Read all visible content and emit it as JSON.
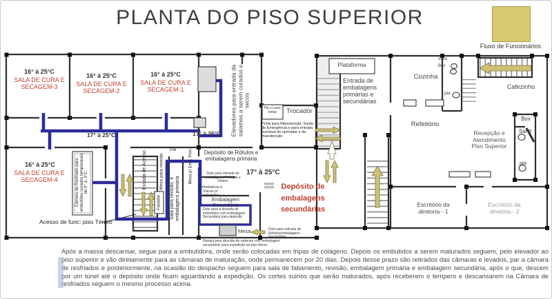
{
  "title": "PLANTA DO PISO SUPERIOR",
  "legend": {
    "label": "Fluxo de Funcionários",
    "swatch_color": "#d8c970"
  },
  "colors": {
    "flow_line": "#2b2b9b",
    "room_label_red": "#c0402f",
    "arrow_khaki": "#cdc174"
  },
  "rooms": {
    "sala_cura_3": {
      "temp": "16° à 25°C",
      "name": "SALA DE CURA E SECAGEM-3"
    },
    "sala_cura_2": {
      "temp": "16° à 25°C",
      "name": "SALA DE CURA E SECAGEM-2"
    },
    "sala_cura_1": {
      "temp": "16° à 25°C",
      "name": "SALA DE CURA E SECAGEM-1"
    },
    "sala_cura_4": {
      "temp": "16° à 25°C",
      "name": "SALA DE CURA E SECAGEM-4"
    },
    "deposito_rotulos": "Depósito de Rótulos e embalagens primária",
    "embalagem_secundaria": "Embalagem Secundária",
    "deposito_secundarias": "Depósito de embalagens secundárias",
    "trocador": "Trocador",
    "plataforma": "Plataforma",
    "cozinha": "Cozinha",
    "refeitorio": "Refeitório",
    "cafezinho": "Cafezinho",
    "recepcao": "Recepção e Atendimento Piso Superior",
    "escritorio_1": "Escritório da diretoria - 1",
    "escritorio_2": "Escritório da diretoria - 2"
  },
  "corridor_temps": {
    "t1": "17° à 25°C",
    "t2": "17° à 25°C",
    "t3": "17° à 25°C"
  },
  "annotations": {
    "elevadores": "Elevadores para entrada de salames a serem curados e secos",
    "entrada_embalagens": "Entrada de embalagens primárias e secundárias",
    "camara_resfriado": "Câmara de Resfriado para embutidos curados temperatura de 0° à -3°C",
    "acesso_func": "Acesso de func: piso Térreo",
    "escada_acesso": "Escada de Acesso",
    "mesa_para_revisao": "Mesa para revisão",
    "fatiador": "Fatiador",
    "sala_revisao": "Sala para revisão, e embalagens primária",
    "mesa_emb_prim": "Mesa p/ Emb. Prim.",
    "pia_corridor": "Pia",
    "pia_lava_botas": "Pia e Lava-botas",
    "porta_manutencao": "Porta para Manutenção, Saída de Emergência e para entrada eventual do operador e da manutenção",
    "duto_primaria": "Duto para retirada de embalagens Primária e rótulos",
    "embaladora_vacuo": "Embaladora a Vácuo p/ embutidos",
    "duto_descida": "Duto para a descida de embutidos com embalagem Secundária para depósito",
    "mesa": "Mesa",
    "duto_secundaria": "Duto para retirada de Rótulos/embalagens Secundária",
    "rampa": "Rampa para descida de salames com embalagem secundária, para expedição ao piso térreo",
    "vaso": "Vaso",
    "box_top": "Box",
    "pia_top": "pia",
    "box_right": "Box",
    "sanit": "Sanit",
    "pia_right": "pia"
  },
  "footer": {
    "paragraph": "Após a massa descansar, segue para a embutidora, onde serão colocadas em tripas de colágeno. Depois os embutidos a serem maturados seguem, pelo elevador ao piso superior e vão diretamente para as câmaras de maturação, onde permanecem por 20 dias. Depois desse prazo são retirados das câmaras e levados, par a câmara de resfriados e posteriormente, na ocasião do despacho seguem para sala de fatiamento, revisão, embalagem primária e embalagem secundária, após o que, descem por um túnel até o depósito onde ficam aguardando a expedição. Os cortes suinos que serão maturados, após receberem o tempero e descansarem na Câmara de resfriados seguem o mesmo processo acima."
  }
}
